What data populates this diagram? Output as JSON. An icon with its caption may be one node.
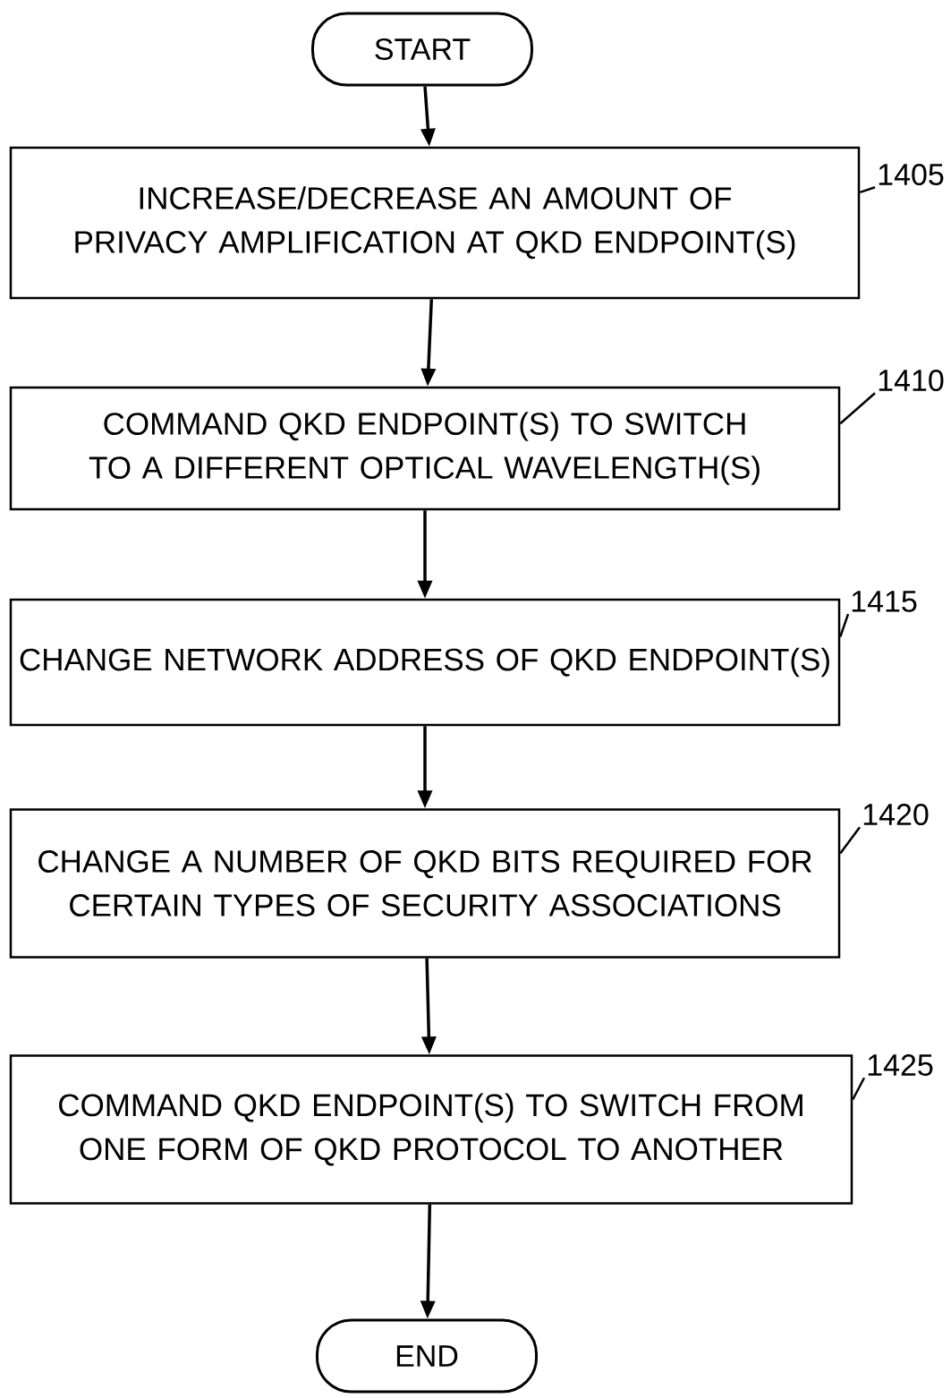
{
  "diagram": {
    "nodes": [
      {
        "text": [
          "START"
        ]
      },
      {
        "text": [
          "INCREASE/DECREASE AN AMOUNT OF PRIVACY AMPLIFICATION AT QKD ENDPOINT(S)"
        ]
      },
      {
        "text": [
          "COMMAND QKD ENDPOINT(S) TO SWITCH TO A DIFFERENT OPTICAL WAVELENGTH(S)"
        ]
      },
      {
        "text": [
          "CHANGE NETWORK ADDRESS OF QKD ENDPOINT(S)"
        ]
      },
      {
        "text": [
          "CHANGE A NUMBER OF QKD BITS REQUIRED FOR CERTAIN TYPES OF SECURITY ASSOCIATIONS"
        ]
      },
      {
        "text": [
          "COMMAND QKD ENDPOINT(S) TO SWITCH FROM ONE FORM OF QKD PROTOCOL TO ANOTHER"
        ]
      },
      {
        "text": [
          "END"
        ]
      },
      {
        "text": [
          "1405"
        ]
      },
      {
        "text": [
          "1410"
        ]
      },
      {
        "text": [
          "1415"
        ]
      },
      {
        "text": [
          "1420"
        ]
      },
      {
        "text": [
          "1425"
        ]
      }
    ],
    "edges": [
      {
        "from": 0,
        "to": 1,
        "arrow": "to"
      },
      {
        "from": 1,
        "to": 2,
        "arrow": "to"
      },
      {
        "from": 2,
        "to": 3,
        "arrow": "to"
      },
      {
        "from": 3,
        "to": 4,
        "arrow": "to"
      },
      {
        "from": 4,
        "to": 5,
        "arrow": "to"
      },
      {
        "from": 5,
        "to": 6,
        "arrow": "to"
      },
      {
        "from": 7,
        "to": 1,
        "arrow": "none"
      },
      {
        "from": 8,
        "to": 2,
        "arrow": "none"
      },
      {
        "from": 9,
        "to": 3,
        "arrow": "none"
      },
      {
        "from": 10,
        "to": 4,
        "arrow": "none"
      },
      {
        "from": 11,
        "to": 5,
        "arrow": "none"
      }
    ]
  }
}
